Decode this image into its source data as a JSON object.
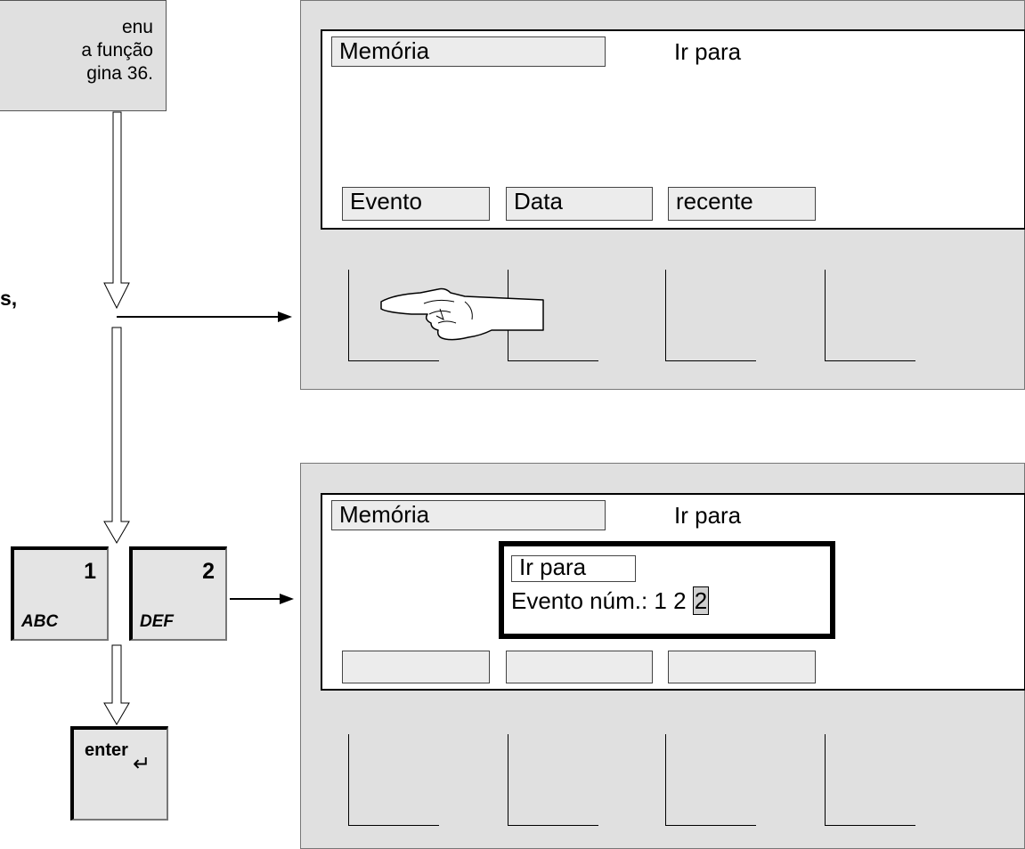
{
  "callout": {
    "lines": [
      "enu",
      "a função",
      "gina 36."
    ]
  },
  "left_fragment": "s,",
  "panel_top": {
    "header_field": "Memória",
    "header_right": "Ir para",
    "softkeys": [
      "Evento",
      "Data",
      "recente"
    ]
  },
  "panel_bottom": {
    "header_field": "Memória",
    "header_right": "Ir para",
    "dialog": {
      "title": "Ir para",
      "prompt": "Evento núm.: 1 2",
      "entry": "2"
    },
    "softkeys": [
      "",
      "",
      ""
    ]
  },
  "keys": {
    "key1": {
      "number": "1",
      "letters": "ABC"
    },
    "key2": {
      "number": "2",
      "letters": "DEF"
    },
    "enter": {
      "label": "enter",
      "symbol": "↵"
    }
  },
  "colors": {
    "panel_bg": "#e0e0e0",
    "field_bg": "#ececec",
    "highlight": "#cfcfcf"
  }
}
